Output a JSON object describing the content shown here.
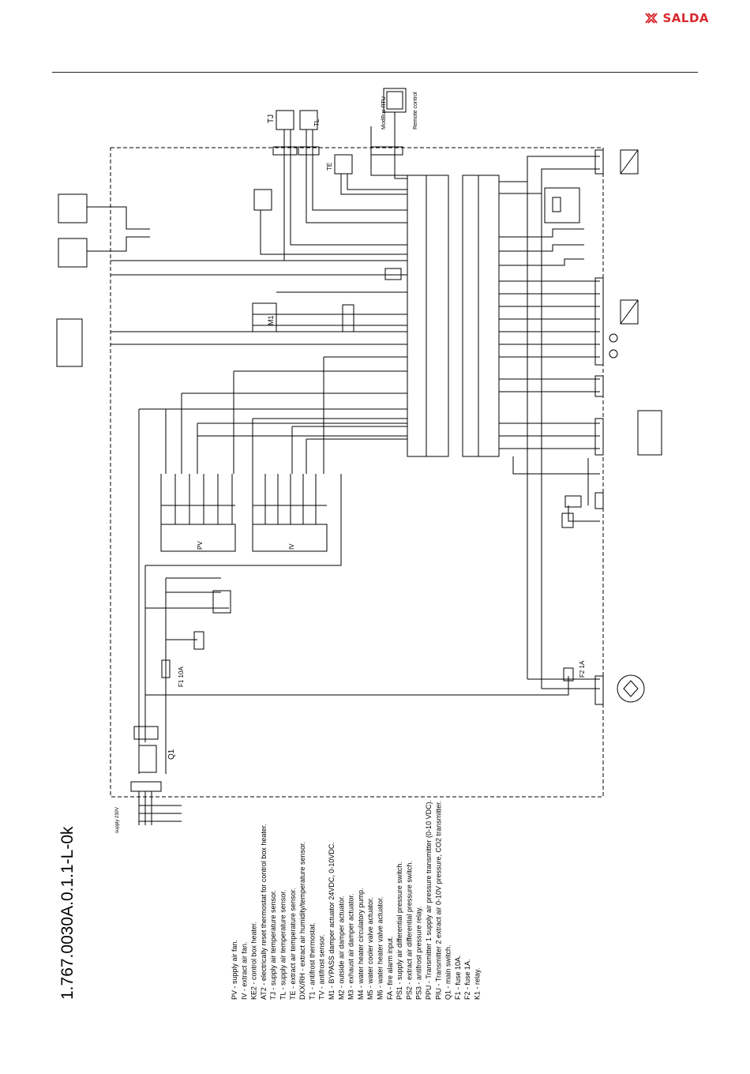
{
  "brand": {
    "name": "SALDA",
    "color": "#d8282d"
  },
  "document_code": "1.767.0030A.0.1.1-L-0k",
  "legend": [
    "PV - supply air fan.",
    "IV - extract air fan.",
    "KE2 - control box heater.",
    "AT2 - electrically reset thermostat for control box heater.",
    "TJ - supply air temperature sensor.",
    "TL - supply air temperature sensor.",
    "TE - extract air temperature sensor.",
    "DXX/RH - extract air humidity/temperature sensor.",
    "T1 - antifrost thermostat.",
    "TV - antifrost sensor.",
    "M1 - BYPASS damper actuator 24VDC, 0-10VDC.",
    "M2 - outside air damper actuator.",
    "M3 - exhaust air damper actuator.",
    "M4 - water heater circulatory pump.",
    "M5 - water cooler valve actuator.",
    "M6 - water heater valve actuator.",
    "FA - fire alarm input.",
    "PS1 - supply air differential pressure switch.",
    "PS2 - extract air differential pressure switch.",
    "PS3 - antifrost pressure relay.",
    "PPU - Transmitter 1 supply air pressure transmitter (0-10 VDC).",
    "PIU - Transmitter 2 extract air 0-10V pressure, CO2 transmitter.",
    "Q1 - main switch.",
    "F1 - fuse 10A.",
    "F2 - fuse 1A.",
    "K1 - relay."
  ],
  "labels": {
    "modbus": "ModBus RTU",
    "remote": "Remote control",
    "supply": "supply 230V",
    "fuse1": "F1 10A",
    "fuse2": "F2 1A",
    "q1": "Q1",
    "m1": "M1",
    "pv": "PV",
    "iv": "IV",
    "tj": "TJ",
    "tl": "TL",
    "te": "TE"
  }
}
